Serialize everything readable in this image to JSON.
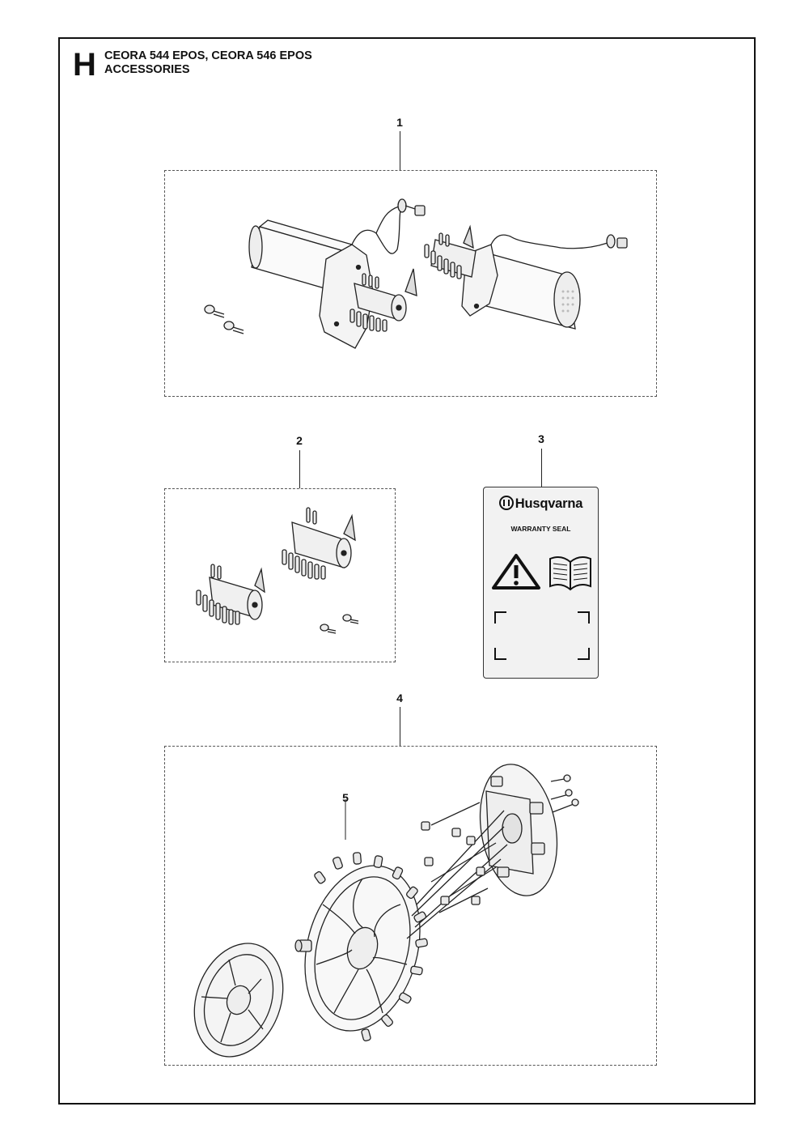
{
  "header": {
    "section_letter": "H",
    "title_line1": "CEORA 544 EPOS, CEORA 546 EPOS",
    "title_line2": "ACCESSORIES"
  },
  "callouts": [
    "1",
    "2",
    "3",
    "4",
    "5"
  ],
  "warranty_seal": {
    "brand": "Husqvarna",
    "label": "WARRANTY SEAL",
    "icons": [
      "warning-triangle-icon",
      "manual-book-icon"
    ]
  }
}
